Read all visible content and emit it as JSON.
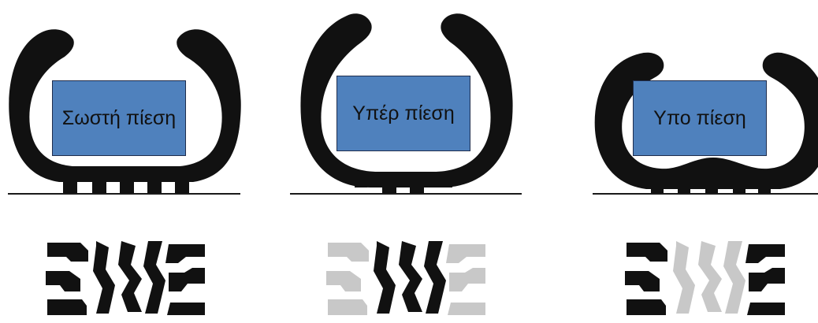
{
  "colors": {
    "tire": "#111111",
    "tread_worn": "#c8c8c8",
    "ground": "#1a1a1a",
    "label_fill": "#4f81bd",
    "label_border": "#1f2d4d",
    "label_text": "#111111"
  },
  "panels": [
    {
      "id": "correct",
      "label": "Σωστή πίεση",
      "wear": "even"
    },
    {
      "id": "over",
      "label": "Υπέρ πίεση",
      "wear": "shoulders-light"
    },
    {
      "id": "under",
      "label": "Υπο πίεση",
      "wear": "center-light"
    }
  ]
}
